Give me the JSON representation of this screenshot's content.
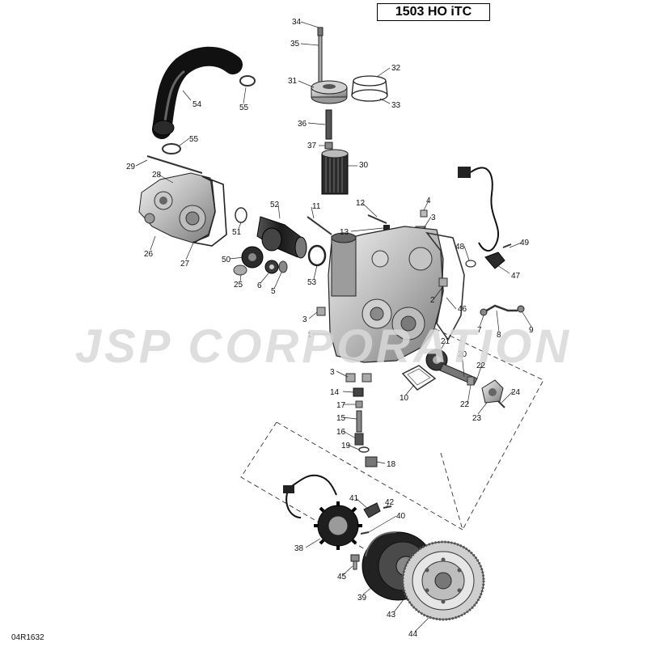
{
  "title": "1503 HO iTC",
  "watermark": "JSP CORPORATION",
  "reference": "04R1632",
  "callouts": [
    "1",
    "2",
    "3",
    "3",
    "3",
    "3",
    "4",
    "5",
    "6",
    "7",
    "8",
    "9",
    "10",
    "11",
    "12",
    "13",
    "14",
    "15",
    "16",
    "17",
    "18",
    "19",
    "20",
    "21",
    "22",
    "22",
    "23",
    "24",
    "25",
    "26",
    "27",
    "28",
    "29",
    "30",
    "31",
    "32",
    "33",
    "34",
    "35",
    "36",
    "37",
    "38",
    "39",
    "40",
    "41",
    "42",
    "43",
    "44",
    "45",
    "46",
    "47",
    "48",
    "49",
    "50",
    "51",
    "52",
    "53",
    "54",
    "55",
    "55"
  ]
}
